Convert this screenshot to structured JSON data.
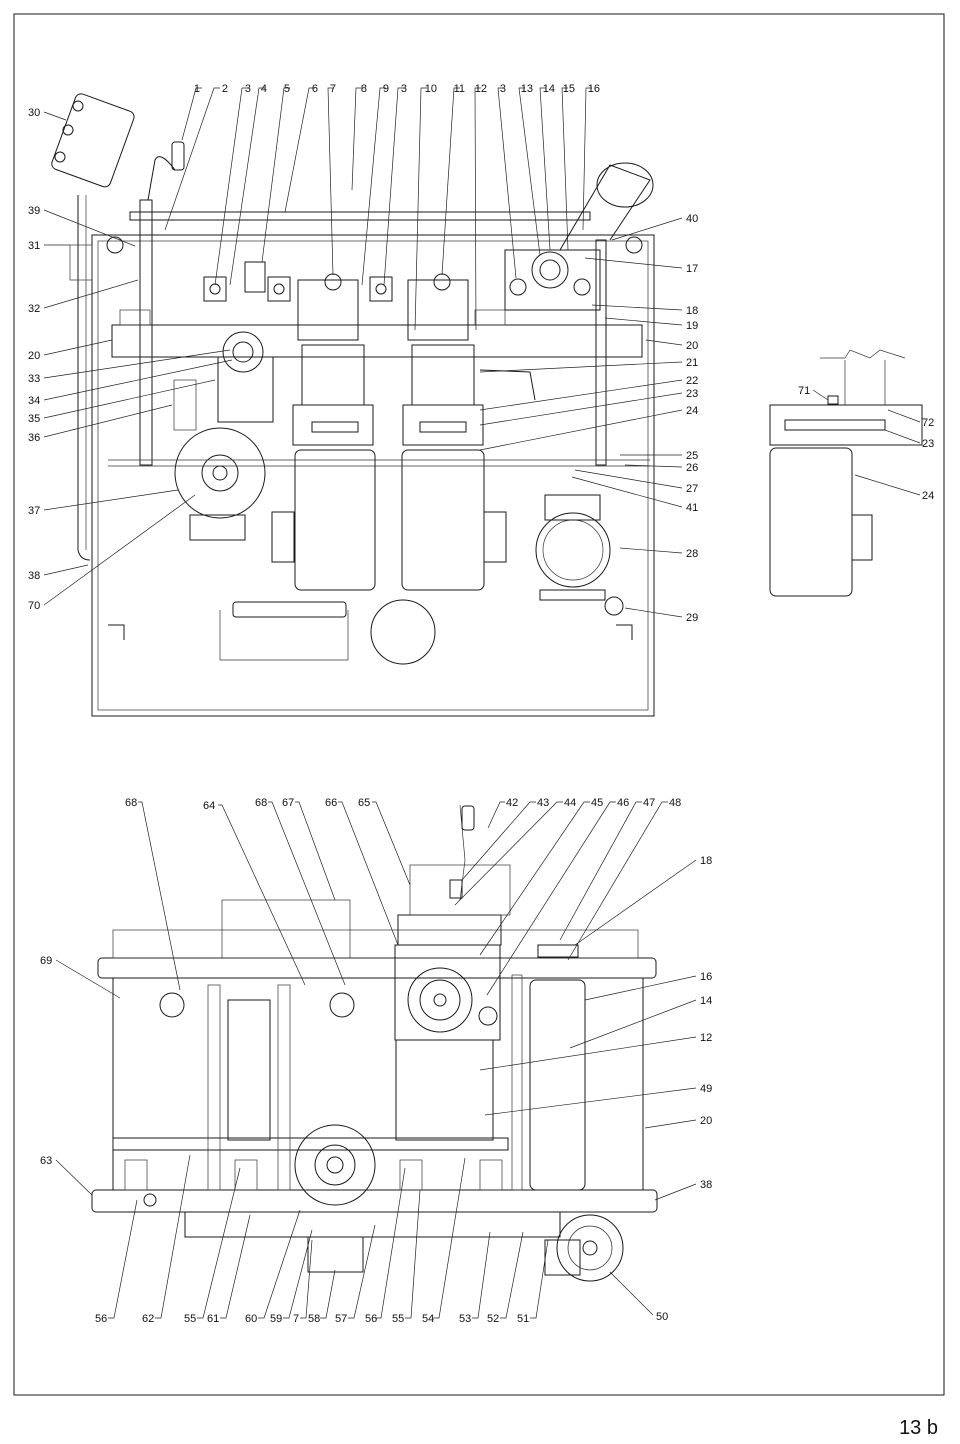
{
  "page": {
    "number": "13 b"
  },
  "top_view": {
    "callouts": [
      "1",
      "2",
      "3",
      "4",
      "5",
      "6",
      "7",
      "8",
      "9",
      "3",
      "10",
      "11",
      "12",
      "3",
      "13",
      "14",
      "15",
      "16",
      "30",
      "39",
      "31",
      "32",
      "20",
      "33",
      "34",
      "35",
      "36",
      "37",
      "38",
      "70",
      "40",
      "17",
      "18",
      "19",
      "20",
      "21",
      "22",
      "23",
      "24",
      "25",
      "26",
      "27",
      "41",
      "28",
      "29"
    ]
  },
  "side_view": {
    "callouts": [
      "71",
      "72",
      "23",
      "24"
    ]
  },
  "bottom_view": {
    "callouts": [
      "68",
      "64",
      "68",
      "67",
      "66",
      "65",
      "42",
      "43",
      "44",
      "45",
      "46",
      "47",
      "48",
      "18",
      "69",
      "16",
      "14",
      "12",
      "49",
      "20",
      "63",
      "38",
      "56",
      "62",
      "55",
      "61",
      "60",
      "59",
      "7",
      "58",
      "57",
      "56",
      "55",
      "54",
      "53",
      "52",
      "51",
      "50"
    ]
  }
}
